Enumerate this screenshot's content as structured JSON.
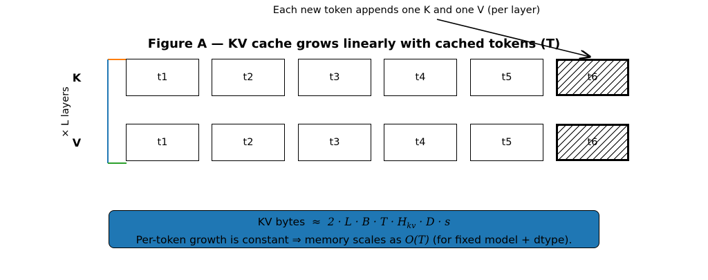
{
  "annotation": "Each new token appends one K and one V (per layer)",
  "title": "Figure A — KV cache grows linearly with cached tokens (T)",
  "axis_label": "× L layers",
  "rows": [
    {
      "label": "K",
      "cells": [
        "t1",
        "t2",
        "t3",
        "t4",
        "t5",
        "t6"
      ]
    },
    {
      "label": "V",
      "cells": [
        "t1",
        "t2",
        "t3",
        "t4",
        "t5",
        "t6"
      ]
    }
  ],
  "new_token_index": 5,
  "formula": {
    "line1_prefix": "KV bytes",
    "line1_approx": "≈",
    "line1_expr": "2 · L · B · T · H",
    "line1_sub": "kv",
    "line1_expr_tail": " · D · s",
    "line2_prefix": "Per-token growth is constant ⇒ memory scales as ",
    "line2_math": "O(T)",
    "line2_suffix": " (for fixed model + dtype)."
  },
  "colors": {
    "box_fill": "#1f77b4",
    "bracket_top": "#ff7f0e",
    "bracket_mid": "#1f77b4",
    "bracket_bottom": "#2ca02c"
  }
}
